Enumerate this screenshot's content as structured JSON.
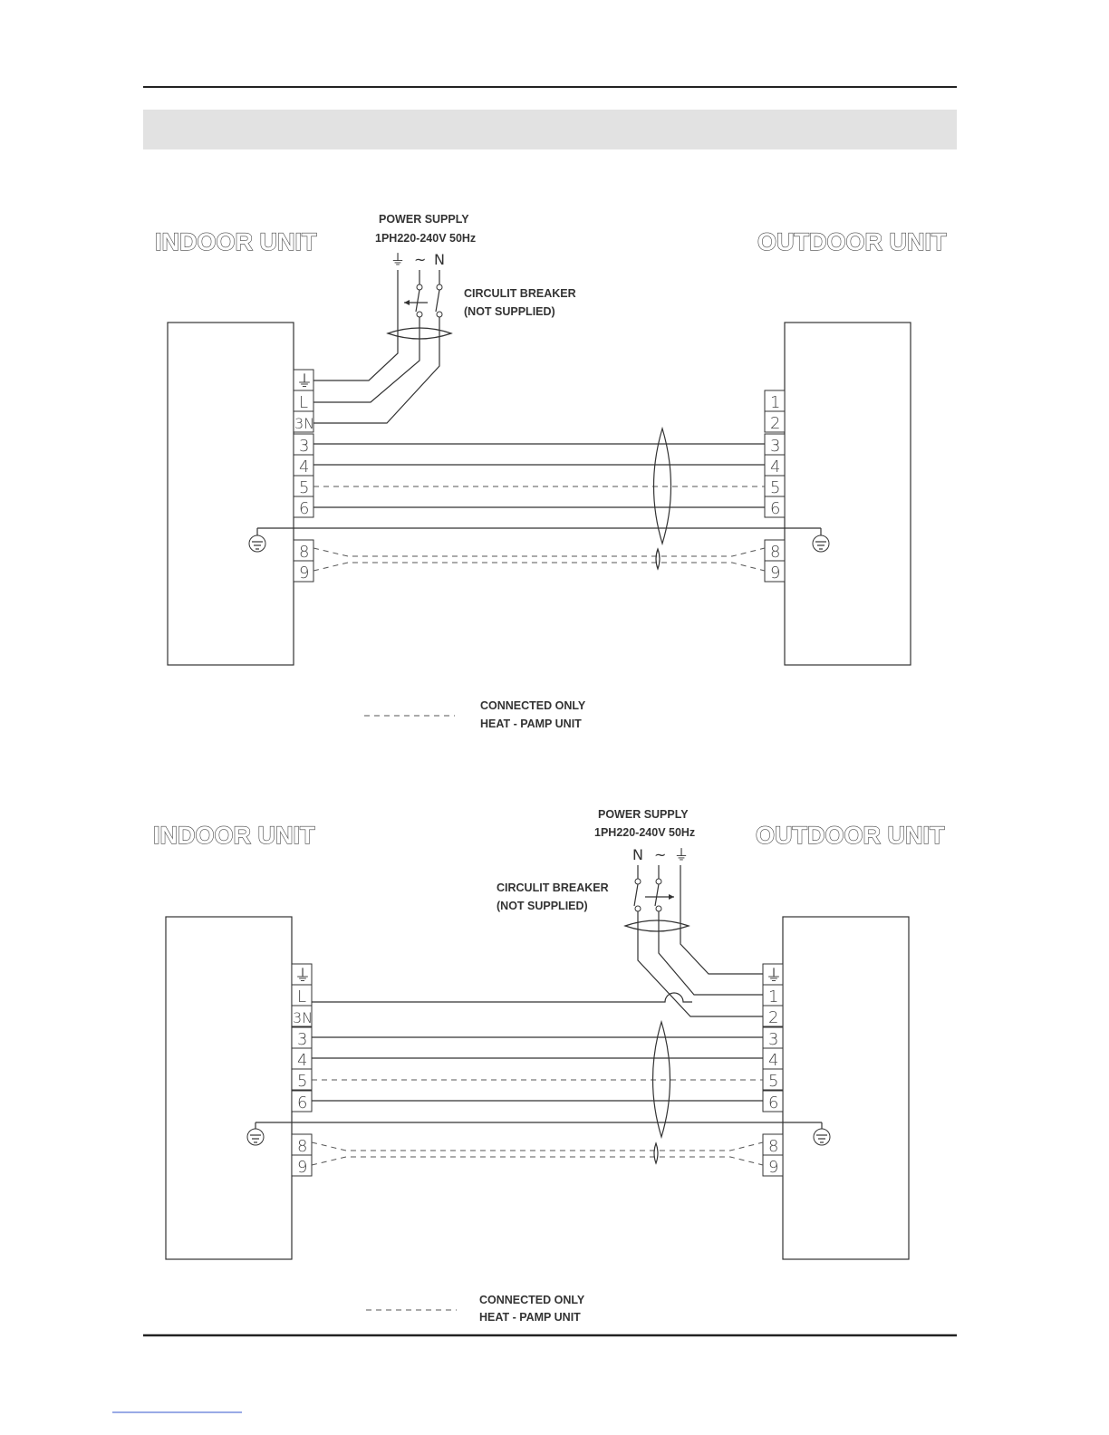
{
  "diagrams": [
    {
      "indoor_label": "INDOOR UNIT",
      "outdoor_label": "OUTDOOR UNIT",
      "power_supply": "POWER SUPPLY",
      "power_spec": "1PH220-240V 50Hz",
      "breaker_line1": "CIRCULIT BREAKER",
      "breaker_line2": "(NOT SUPPLIED)",
      "legend_line1": "CONNECTED ONLY",
      "legend_line2": "HEAT -  PAMP UNIT",
      "supply_symbols": [
        "⏚",
        "~",
        "N"
      ],
      "indoor_terminals": [
        "⏚",
        "L",
        "3N",
        "3",
        "4",
        "5",
        "6",
        "8",
        "9"
      ],
      "outdoor_terminals": [
        "1",
        "2",
        "3",
        "4",
        "5",
        "6",
        "8",
        "9"
      ]
    },
    {
      "indoor_label": "INDOOR UNIT",
      "outdoor_label": "OUTDOOR UNIT",
      "power_supply": "POWER SUPPLY",
      "power_spec": "1PH220-240V 50Hz",
      "breaker_line1": "CIRCULIT BREAKER",
      "breaker_line2": "(NOT SUPPLIED)",
      "legend_line1": "CONNECTED ONLY",
      "legend_line2": "HEAT -  PAMP UNIT",
      "supply_symbols": [
        "N",
        "~",
        "⏚"
      ],
      "indoor_terminals": [
        "⏚",
        "L",
        "3N",
        "3",
        "4",
        "5",
        "6",
        "8",
        "9"
      ],
      "outdoor_terminals": [
        "⏚",
        "1",
        "2",
        "3",
        "4",
        "5",
        "6",
        "8",
        "9"
      ]
    }
  ]
}
